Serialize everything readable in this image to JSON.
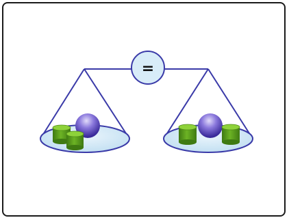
{
  "diagram": {
    "center_symbol": "=",
    "left_pan": {
      "contents": [
        "cylinder",
        "cylinder",
        "sphere"
      ]
    },
    "right_pan": {
      "contents": [
        "cylinder",
        "cylinder",
        "sphere"
      ]
    },
    "colors": {
      "frame_border": "#1a1a1a",
      "beam": "#3a3aa8",
      "pan_fill": "#cfe6f5",
      "pan_stroke": "#3a3aa8",
      "symbol_circle_fill": "#d8ecf8",
      "cylinder_body": "#5a9e1e",
      "cylinder_top": "#7cc42c",
      "sphere": "#6a58c8"
    }
  }
}
